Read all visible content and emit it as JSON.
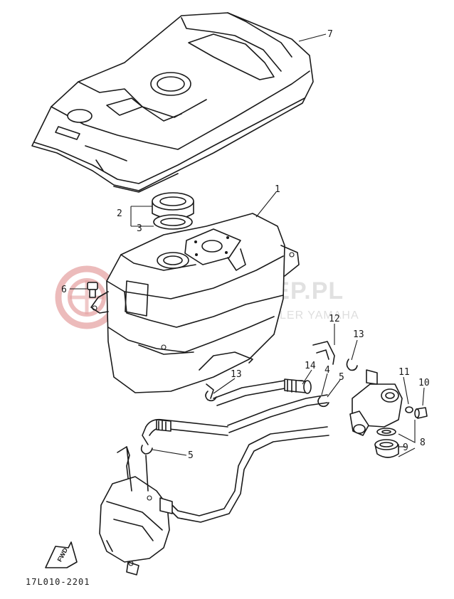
{
  "watermark": {
    "brand": "YAMA-SKLEP.PL",
    "dealer": "WOJCIECHOWICZ DEALER YAMAHA",
    "logo_color": "#e6a4a4",
    "text_color": "#c9c9c9"
  },
  "diagram_code": "17L010-2201",
  "fwd_label": "FWD",
  "callouts": {
    "c1": "1",
    "c2": "2",
    "c3": "3",
    "c4": "4",
    "c5a": "5",
    "c5b": "5",
    "c6": "6",
    "c7": "7",
    "c8": "8",
    "c9": "9",
    "c10": "10",
    "c11": "11",
    "c12": "12",
    "c13a": "13",
    "c13b": "13",
    "c14": "14"
  }
}
